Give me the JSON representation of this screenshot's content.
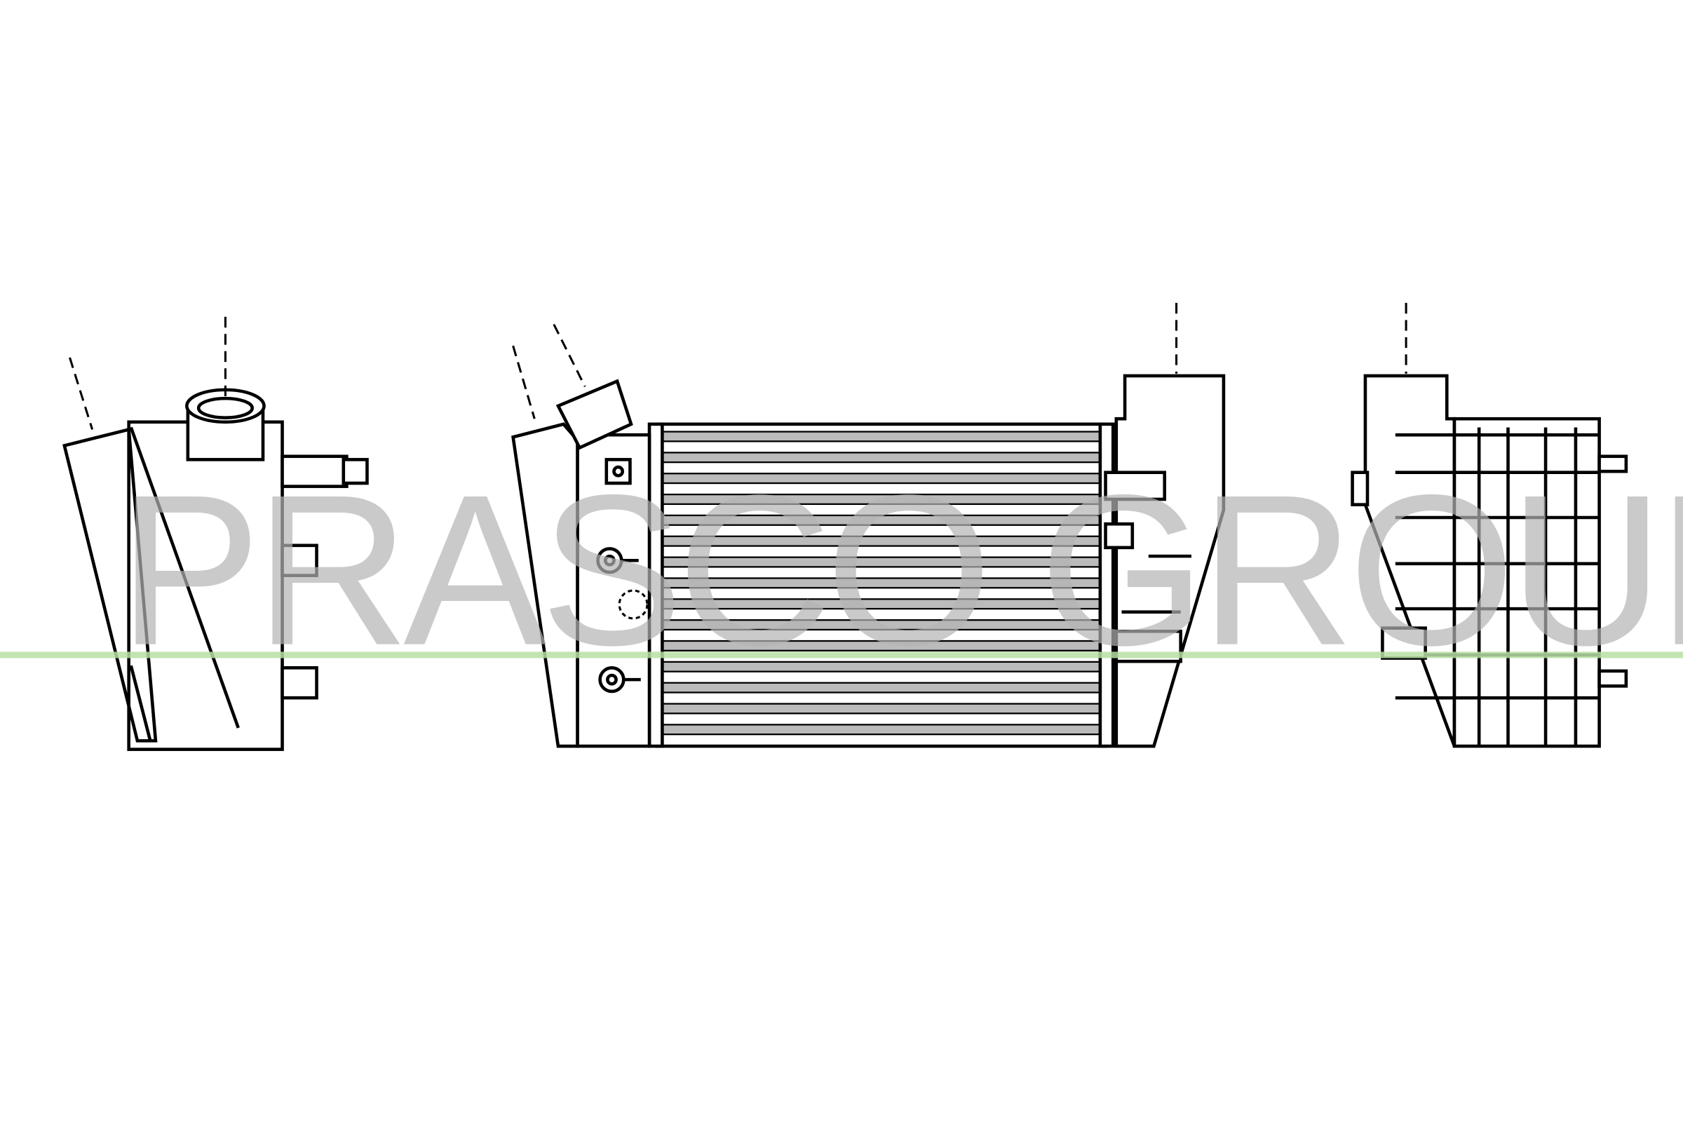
{
  "watermark": {
    "text": "PRASCO GROUP"
  },
  "drawing": {
    "subject": "intercooler",
    "views": [
      "left-side-view",
      "front-view",
      "right-side-view"
    ]
  },
  "colors": {
    "line": "#000000",
    "watermark": "#c9c9c9",
    "guide_line": "#b9e0a5",
    "background": "#ffffff"
  }
}
